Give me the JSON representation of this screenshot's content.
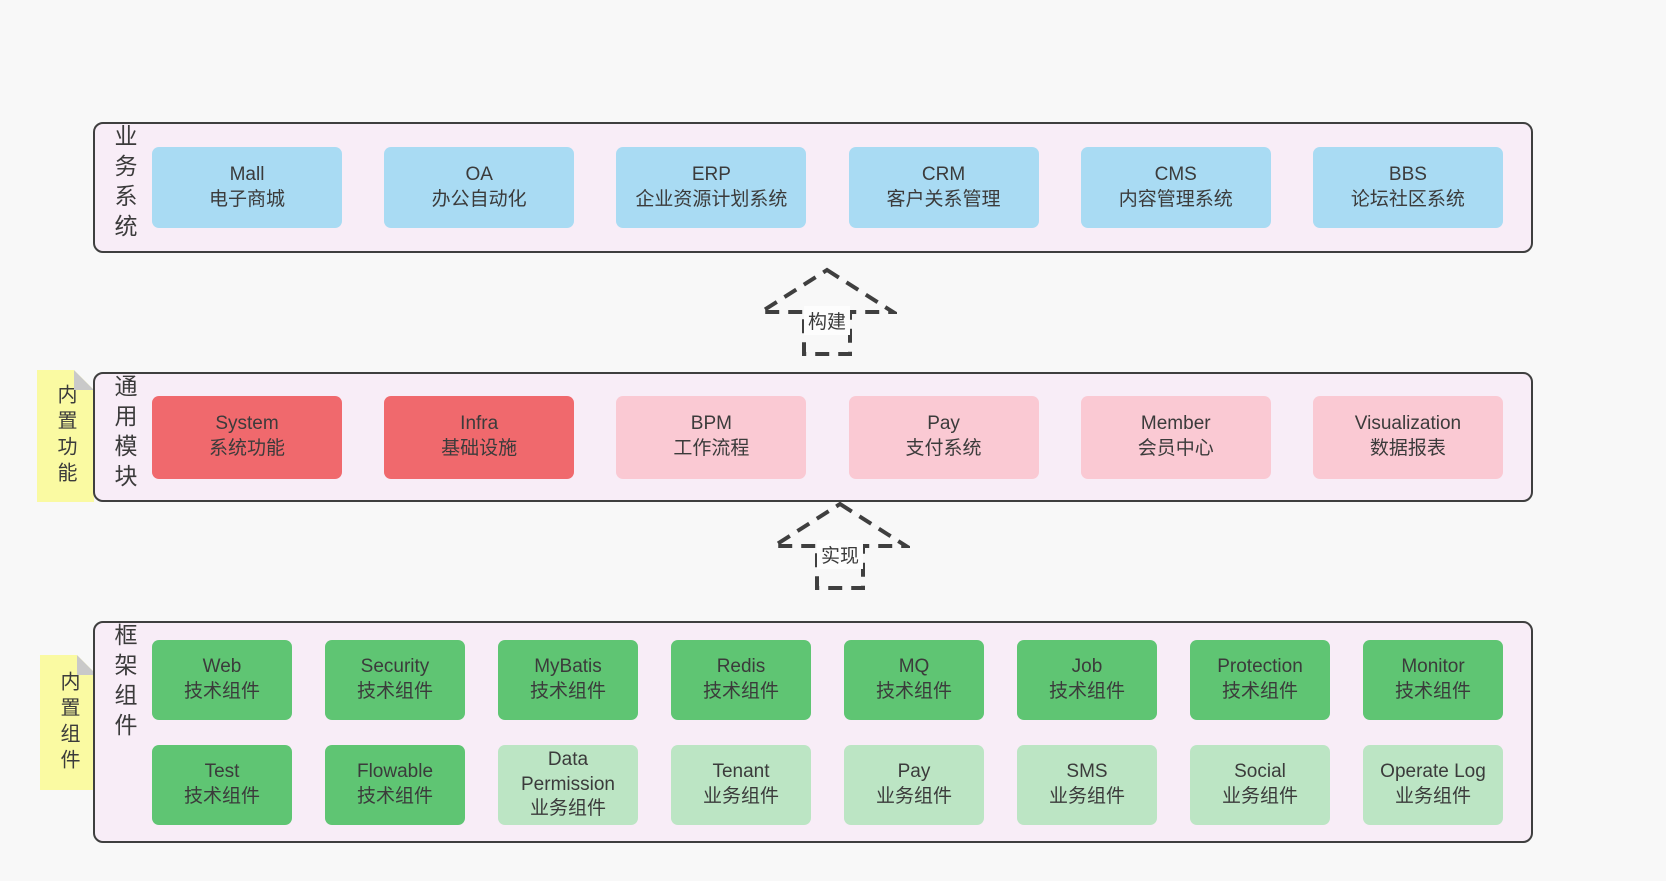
{
  "colors": {
    "page_bg": "#f8f8f8",
    "panel_bg": "#f8edf7",
    "panel_border": "#3f3f3f",
    "blue": "#a9dbf3",
    "red": "#f0696d",
    "pink": "#fac9d3",
    "green": "#5fc573",
    "light_green": "#bce5c4",
    "note_yellow": "#fafaa2",
    "note_fold_gray": "#c9c9c9",
    "text": "#3b3b3b"
  },
  "arrows": [
    {
      "label": "构建"
    },
    {
      "label": "实现"
    }
  ],
  "layers": {
    "business": {
      "label": "业务系统",
      "boxes": [
        {
          "name": "Mall",
          "desc": "电子商城",
          "variant": "blue"
        },
        {
          "name": "OA",
          "desc": "办公自动化",
          "variant": "blue"
        },
        {
          "name": "ERP",
          "desc": "企业资源计划系统",
          "variant": "blue"
        },
        {
          "name": "CRM",
          "desc": "客户关系管理",
          "variant": "blue"
        },
        {
          "name": "CMS",
          "desc": "内容管理系统",
          "variant": "blue"
        },
        {
          "name": "BBS",
          "desc": "论坛社区系统",
          "variant": "blue"
        }
      ]
    },
    "modules": {
      "label": "通用模块",
      "note": "内置功能",
      "boxes": [
        {
          "name": "System",
          "desc": "系统功能",
          "variant": "red"
        },
        {
          "name": "Infra",
          "desc": "基础设施",
          "variant": "red"
        },
        {
          "name": "BPM",
          "desc": "工作流程",
          "variant": "pink"
        },
        {
          "name": "Pay",
          "desc": "支付系统",
          "variant": "pink"
        },
        {
          "name": "Member",
          "desc": "会员中心",
          "variant": "pink"
        },
        {
          "name": "Visualization",
          "desc": "数据报表",
          "variant": "pink"
        }
      ]
    },
    "components": {
      "label": "框架组件",
      "note": "内置组件",
      "rows": [
        {
          "boxes": [
            {
              "name": "Web",
              "desc": "技术组件",
              "variant": "green"
            },
            {
              "name": "Security",
              "desc": "技术组件",
              "variant": "green"
            },
            {
              "name": "MyBatis",
              "desc": "技术组件",
              "variant": "green"
            },
            {
              "name": "Redis",
              "desc": "技术组件",
              "variant": "green"
            },
            {
              "name": "MQ",
              "desc": "技术组件",
              "variant": "green"
            },
            {
              "name": "Job",
              "desc": "技术组件",
              "variant": "green"
            },
            {
              "name": "Protection",
              "desc": "技术组件",
              "variant": "green"
            },
            {
              "name": "Monitor",
              "desc": "技术组件",
              "variant": "green"
            }
          ]
        },
        {
          "boxes": [
            {
              "name": "Test",
              "desc": "技术组件",
              "variant": "green"
            },
            {
              "name": "Flowable",
              "desc": "技术组件",
              "variant": "green"
            },
            {
              "name": "Data Permission",
              "desc": "业务组件",
              "variant": "light_green"
            },
            {
              "name": "Tenant",
              "desc": "业务组件",
              "variant": "light_green"
            },
            {
              "name": "Pay",
              "desc": "业务组件",
              "variant": "light_green"
            },
            {
              "name": "SMS",
              "desc": "业务组件",
              "variant": "light_green"
            },
            {
              "name": "Social",
              "desc": "业务组件",
              "variant": "light_green"
            },
            {
              "name": "Operate Log",
              "desc": "业务组件",
              "variant": "light_green"
            }
          ]
        }
      ]
    }
  }
}
